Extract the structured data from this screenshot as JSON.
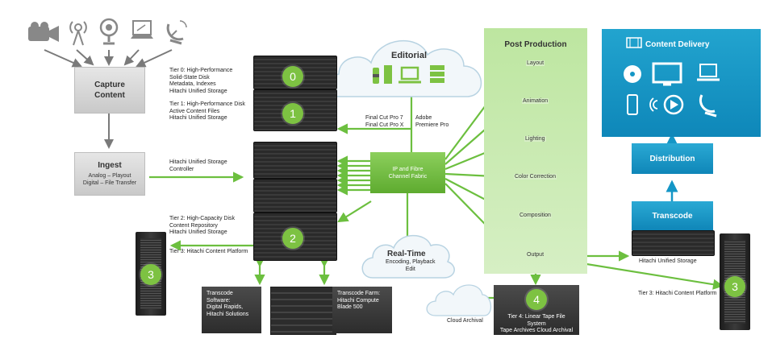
{
  "capture": {
    "title": "Capture\nContent"
  },
  "ingest": {
    "title": "Ingest",
    "sub": "Analog – Playout\nDigital – File Transfer"
  },
  "tiers": {
    "t0": "Tier 0: High-Performance\nSolid-State Disk\nMetadata, Indexes\nHitachi Unified Storage",
    "t1": "Tier 1: High-Performance Disk\nActive Content Files\nHitachi Unified Storage",
    "controller": "Hitachi Unified Storage\nController",
    "t2": "Tier 2: High-Capacity Disk\nContent Repository\nHitachi Unified Storage",
    "t3": "Tier 3: Hitachi Content Platform",
    "t3_right": "Tier 3: Hitachi Content Platform"
  },
  "badges": {
    "b0": "0",
    "b1": "1",
    "b2": "2",
    "b3_left": "3",
    "b3_right": "3",
    "b4": "4"
  },
  "editorial": {
    "title": "Editorial",
    "fcp": "Final Cut Pro 7\nFinal Cut Pro X",
    "adobe": "Adobe\nPremiere Pro"
  },
  "fabric": "IP and Fibre\nChannel Fabric",
  "realtime": {
    "title": "Real-Time",
    "sub": "Encoding, Playback\nEdit"
  },
  "post": {
    "title": "Post Production",
    "steps": [
      "Layout",
      "Animation",
      "Lighting",
      "Color Correction",
      "Composition",
      "Output"
    ]
  },
  "transcode_sw": "Transcode Software:\nDigital Rapids,\nHitachi Solutions",
  "transcode_farm": "Transcode Farm:\nHitachi Compute\nBlade 500",
  "cloud_archival": "Cloud Archival",
  "tier4": "Tier 4: Linear Tape File System\nTape Archives Cloud Archival",
  "content_delivery": {
    "title": "Content Delivery"
  },
  "distribution": "Distribution",
  "transcode": "Transcode",
  "hus_right": "Hitachi Unified Storage",
  "colors": {
    "green": "#6cbf3f",
    "gray_arrow": "#7a7a7a",
    "blue": "#1496c6"
  }
}
